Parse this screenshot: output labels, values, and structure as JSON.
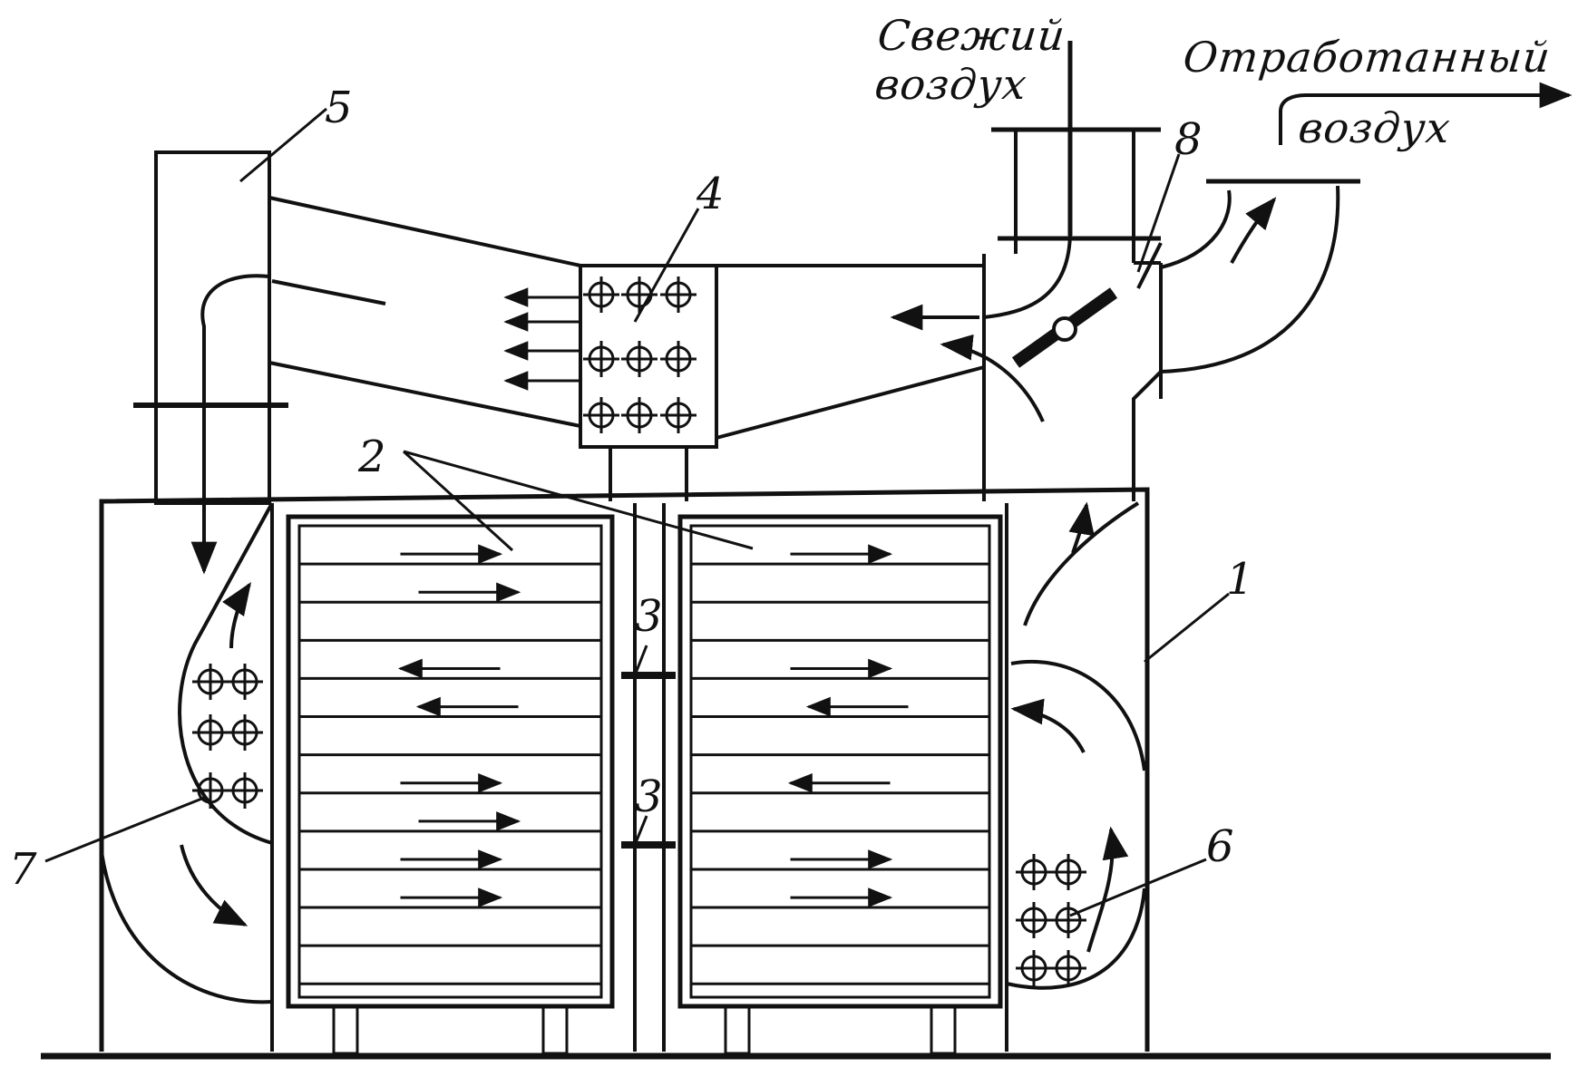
{
  "diagram": {
    "captions": {
      "fresh_air_line1": "Свежий",
      "fresh_air_line2": "воздух",
      "exhaust_air_line1": "Отработанный",
      "exhaust_air_line2": "воздух"
    },
    "labels": {
      "housing": "1",
      "carts": "2",
      "rails_upper": "3",
      "rails_lower": "3",
      "upper_heater": "4",
      "fan": "5",
      "right_heater": "6",
      "left_heater": "7",
      "damper": "8"
    },
    "shelves_per_cart": 11,
    "left_cart_arrow_directions": [
      "right",
      "right",
      "none",
      "left",
      "left",
      "none",
      "right",
      "right",
      "right",
      "right",
      "none"
    ],
    "right_cart_arrow_directions": [
      "right",
      "none",
      "none",
      "right",
      "left",
      "none",
      "left",
      "none",
      "right",
      "right",
      "none"
    ]
  },
  "colors": {
    "ink": "#111111",
    "paper": "#ffffff"
  }
}
